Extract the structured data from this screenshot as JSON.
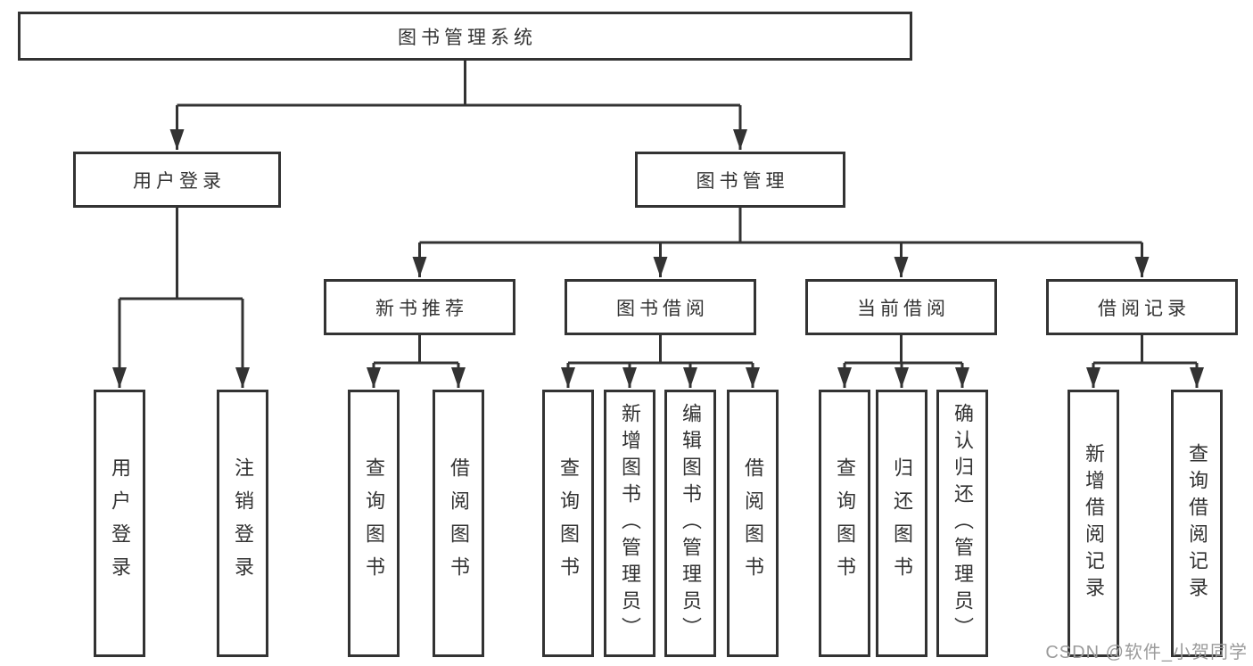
{
  "colors": {
    "line": "#333333",
    "text": "#333333",
    "box_background": "#ffffff",
    "page_background": "#ffffff",
    "watermark": "#9b9b9b"
  },
  "root": {
    "label": "图书管理系统"
  },
  "branches": {
    "user_login": {
      "label": "用户登录",
      "children": [
        "用户登录",
        "注销登录"
      ]
    },
    "book_management": {
      "label": "图书管理"
    }
  },
  "modules": [
    {
      "label": "新书推荐",
      "children": [
        "查询图书",
        "借阅图书"
      ]
    },
    {
      "label": "图书借阅",
      "children": [
        "查询图书",
        "新增图书（管理员）",
        "编辑图书（管理员）",
        "借阅图书"
      ]
    },
    {
      "label": "当前借阅",
      "children": [
        "查询图书",
        "归还图书",
        "确认归还（管理员）"
      ]
    },
    {
      "label": "借阅记录",
      "children": [
        "新增借阅记录",
        "查询借阅记录"
      ]
    }
  ],
  "watermark": {
    "text": "CSDN @软件_小贺同学"
  }
}
